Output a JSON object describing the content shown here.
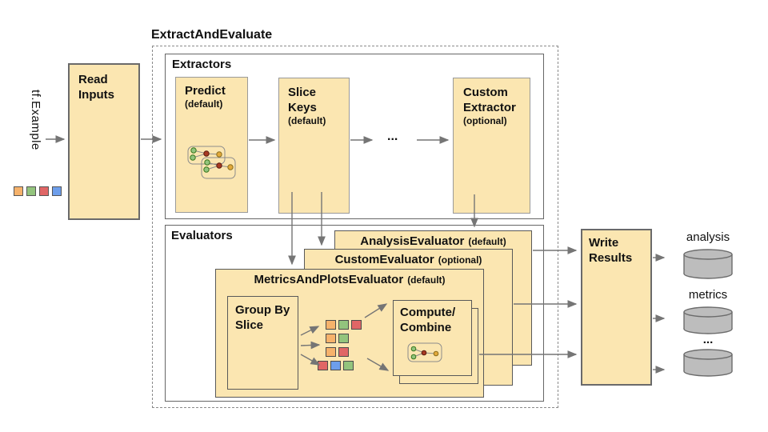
{
  "colors": {
    "box_fill": "#FBE6B1",
    "container_border": "#666666",
    "arrow": "#757575",
    "database_fill": "#BDBDBD",
    "database_border": "#6b6b6b"
  },
  "palette": {
    "orange": "#F6B26B",
    "green": "#93C47D",
    "red": "#E06666",
    "blue": "#6D9EEB"
  },
  "pipeline": {
    "title": "ExtractAndEvaluate",
    "input_label": "tf.Example",
    "read_inputs": "Read Inputs",
    "extractors": {
      "label": "Extractors",
      "predict": {
        "name": "Predict",
        "qualifier": "(default)"
      },
      "slice_keys": {
        "name": "Slice Keys",
        "qualifier": "(default)"
      },
      "ellipsis": "...",
      "custom": {
        "name": "Custom Extractor",
        "qualifier": "(optional)"
      }
    },
    "evaluators": {
      "label": "Evaluators",
      "analysis": {
        "name": "AnalysisEvaluator",
        "qualifier": "(default)"
      },
      "custom": {
        "name": "CustomEvaluator",
        "qualifier": "(optional)"
      },
      "metrics_plots": {
        "name": "MetricsAndPlotsEvaluator",
        "qualifier": "(default)"
      },
      "group_by_slice": "Group By Slice",
      "compute_combine": {
        "line1": "Compute/",
        "line2": "Combine"
      }
    },
    "write_results": "Write Results",
    "outputs": {
      "labels": [
        "analysis",
        "metrics",
        "..."
      ]
    },
    "icons": {
      "predict": "model-graph-icon",
      "compute": "model-graph-icon",
      "outputs": "database-cylinder-icon"
    },
    "input_squares": [
      "orange",
      "green",
      "red",
      "blue"
    ],
    "slice_grid": [
      [
        "orange",
        "green",
        "red"
      ],
      [
        "orange",
        "green"
      ],
      [
        "orange",
        "red"
      ],
      [
        "red",
        "blue",
        "green"
      ]
    ]
  }
}
